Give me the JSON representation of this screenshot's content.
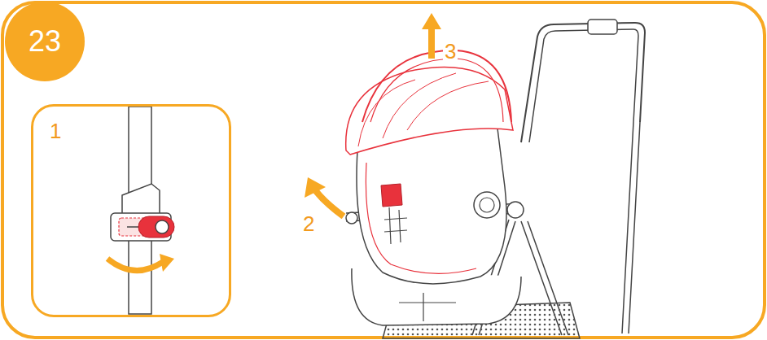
{
  "diagram": {
    "nodes": [
      {
        "text": [
          "23"
        ]
      },
      {
        "text": [
          "1"
        ]
      }
    ],
    "labels": [
      "3",
      "2"
    ]
  }
}
